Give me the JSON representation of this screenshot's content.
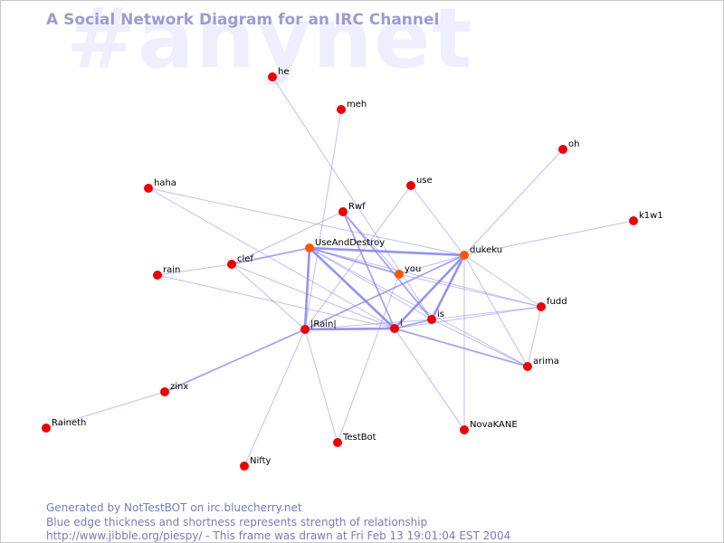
{
  "watermark": "#anynet",
  "title": "A Social Network Diagram for an IRC Channel",
  "footer": {
    "line1": "Generated by NotTestBOT on irc.bluecherry.net",
    "line2": "Blue edge thickness and shortness represents strength of relationship",
    "line3": "http://www.jibble.org/piespy/ - This frame was drawn at Fri Feb 13 19:01:04 EST 2004"
  },
  "colors": {
    "node": "#ee0000",
    "node_active": "#ff5500",
    "edge": "#8888ee",
    "title": "#9b9bd3",
    "watermark": "#eeeeff",
    "footer": "#7a7ab8"
  },
  "nodes": [
    {
      "id": "he",
      "label": "he"
    },
    {
      "id": "meh",
      "label": "meh"
    },
    {
      "id": "oh",
      "label": "oh"
    },
    {
      "id": "use",
      "label": "use"
    },
    {
      "id": "haha",
      "label": "haha"
    },
    {
      "id": "Rwf",
      "label": "Rwf"
    },
    {
      "id": "k1w1",
      "label": "k1w1"
    },
    {
      "id": "UseAndDestroy",
      "label": "UseAndDestroy"
    },
    {
      "id": "clef",
      "label": "clef"
    },
    {
      "id": "dukeku",
      "label": "dukeku"
    },
    {
      "id": "rain",
      "label": "rain"
    },
    {
      "id": "you",
      "label": "you"
    },
    {
      "id": "fudd",
      "label": "fudd"
    },
    {
      "id": "is",
      "label": "is"
    },
    {
      "id": "Rain",
      "label": "|Rain|"
    },
    {
      "id": "i",
      "label": "i"
    },
    {
      "id": "arima",
      "label": "arima"
    },
    {
      "id": "zinx",
      "label": "zinx"
    },
    {
      "id": "NovaKANE",
      "label": "NovaKANE"
    },
    {
      "id": "Raineth",
      "label": "Raineth"
    },
    {
      "id": "TestBot",
      "label": "TestBot"
    },
    {
      "id": "Nifty",
      "label": "Nifty"
    }
  ],
  "edges": [
    {
      "source": "he",
      "target": "is",
      "strength": 1
    },
    {
      "source": "meh",
      "target": "Rain",
      "strength": 1
    },
    {
      "source": "oh",
      "target": "dukeku",
      "strength": 1
    },
    {
      "source": "use",
      "target": "dukeku",
      "strength": 1
    },
    {
      "source": "use",
      "target": "Rain",
      "strength": 1
    },
    {
      "source": "haha",
      "target": "i",
      "strength": 1
    },
    {
      "source": "haha",
      "target": "dukeku",
      "strength": 1
    },
    {
      "source": "Rwf",
      "target": "clef",
      "strength": 1
    },
    {
      "source": "Rwf",
      "target": "i",
      "strength": 2
    },
    {
      "source": "Rwf",
      "target": "is",
      "strength": 2
    },
    {
      "source": "Rwf",
      "target": "you",
      "strength": 1
    },
    {
      "source": "k1w1",
      "target": "dukeku",
      "strength": 1
    },
    {
      "source": "UseAndDestroy",
      "target": "clef",
      "strength": 2
    },
    {
      "source": "UseAndDestroy",
      "target": "dukeku",
      "strength": 3
    },
    {
      "source": "UseAndDestroy",
      "target": "Rain",
      "strength": 3
    },
    {
      "source": "UseAndDestroy",
      "target": "i",
      "strength": 3
    },
    {
      "source": "UseAndDestroy",
      "target": "you",
      "strength": 2
    },
    {
      "source": "UseAndDestroy",
      "target": "is",
      "strength": 1
    },
    {
      "source": "UseAndDestroy",
      "target": "fudd",
      "strength": 1
    },
    {
      "source": "UseAndDestroy",
      "target": "arima",
      "strength": 1
    },
    {
      "source": "clef",
      "target": "Rain",
      "strength": 1
    },
    {
      "source": "clef",
      "target": "i",
      "strength": 1
    },
    {
      "source": "rain",
      "target": "clef",
      "strength": 1
    },
    {
      "source": "rain",
      "target": "i",
      "strength": 1
    },
    {
      "source": "dukeku",
      "target": "Rain",
      "strength": 2
    },
    {
      "source": "dukeku",
      "target": "i",
      "strength": 3
    },
    {
      "source": "dukeku",
      "target": "is",
      "strength": 3
    },
    {
      "source": "dukeku",
      "target": "you",
      "strength": 1
    },
    {
      "source": "dukeku",
      "target": "fudd",
      "strength": 1
    },
    {
      "source": "dukeku",
      "target": "arima",
      "strength": 1
    },
    {
      "source": "dukeku",
      "target": "NovaKANE",
      "strength": 1
    },
    {
      "source": "you",
      "target": "fudd",
      "strength": 1
    },
    {
      "source": "you",
      "target": "TestBot",
      "strength": 1
    },
    {
      "source": "Rain",
      "target": "i",
      "strength": 3
    },
    {
      "source": "Rain",
      "target": "is",
      "strength": 1
    },
    {
      "source": "Rain",
      "target": "zinx",
      "strength": 2
    },
    {
      "source": "Rain",
      "target": "TestBot",
      "strength": 1
    },
    {
      "source": "Rain",
      "target": "Nifty",
      "strength": 1
    },
    {
      "source": "i",
      "target": "is",
      "strength": 2
    },
    {
      "source": "i",
      "target": "arima",
      "strength": 2
    },
    {
      "source": "i",
      "target": "NovaKANE",
      "strength": 1
    },
    {
      "source": "i",
      "target": "fudd",
      "strength": 1
    },
    {
      "source": "is",
      "target": "fudd",
      "strength": 1
    },
    {
      "source": "is",
      "target": "arima",
      "strength": 1
    },
    {
      "source": "fudd",
      "target": "arima",
      "strength": 1
    },
    {
      "source": "zinx",
      "target": "Raineth",
      "strength": 1
    }
  ]
}
